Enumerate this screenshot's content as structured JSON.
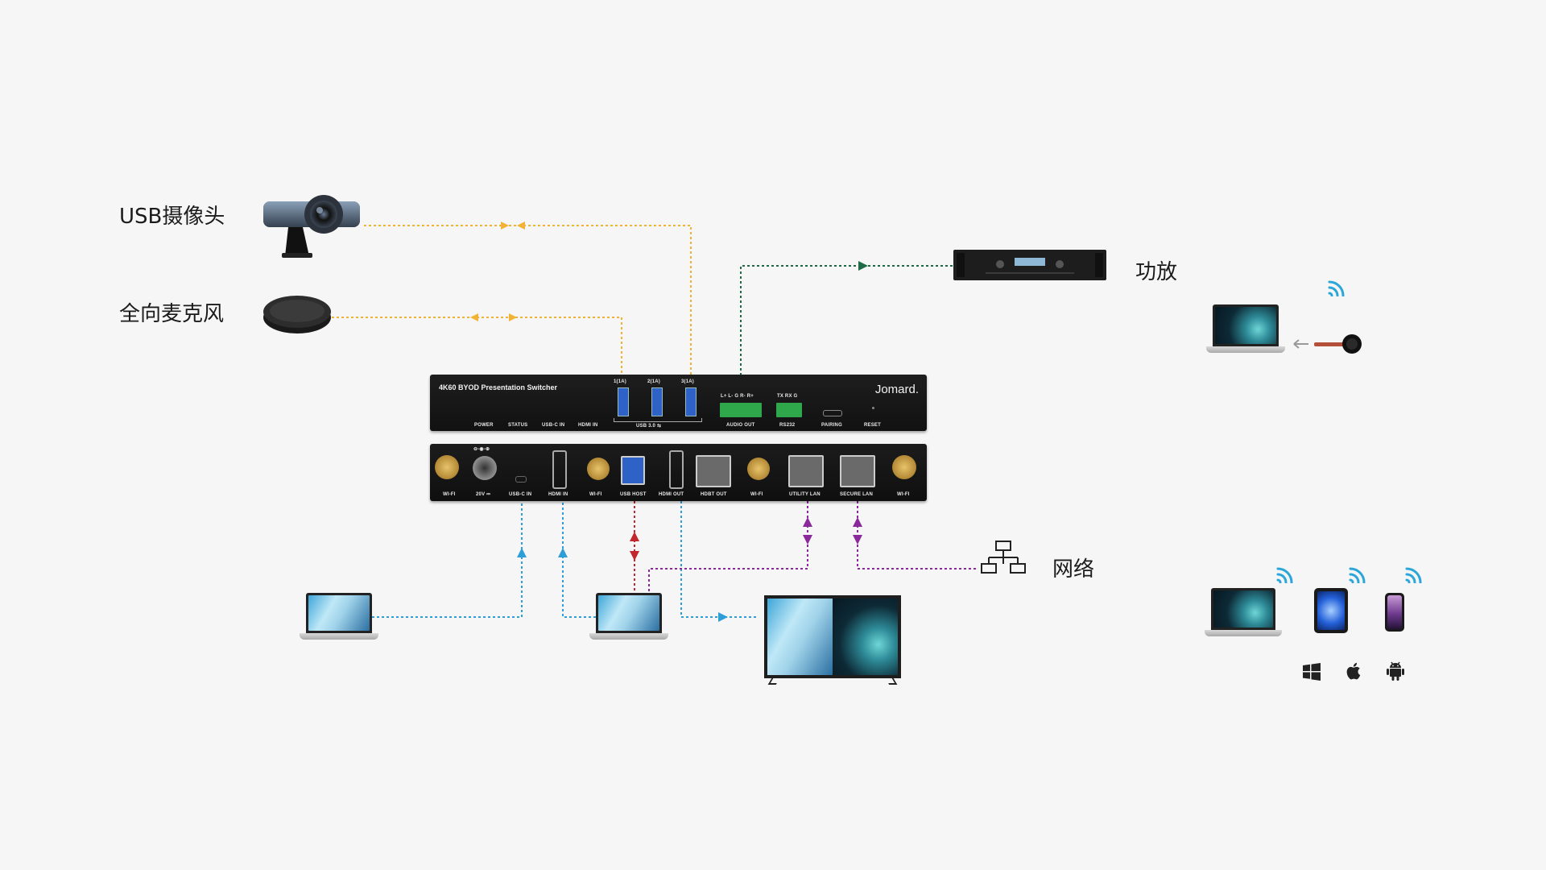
{
  "labels": {
    "usb_camera": "USB摄像头",
    "mic": "全向麦克风",
    "amplifier": "功放",
    "network": "网络"
  },
  "front_panel": {
    "title": "4K60 BYOD Presentation Switcher",
    "brand": "Jomard.",
    "usb_port_labels": [
      "1(1A)",
      "2(1A)",
      "3(1A)"
    ],
    "usb_group_label": "USB 3.0 ⇆",
    "audio_pins": "L+ L-  G  R- R+",
    "audio_label": "AUDIO OUT",
    "rs232_pins": "TX RX G",
    "rs232_label": "RS232",
    "bottom_labels": [
      "POWER",
      "STATUS",
      "USB-C IN",
      "HDMI IN"
    ],
    "pairing_label": "PAIRING",
    "reset_label": "RESET"
  },
  "rear_panel": {
    "port_labels": [
      "WI-FI",
      "20V ⎓",
      "USB-C IN",
      "HDMI IN",
      "WI-FI",
      "USB HOST",
      "HDMI OUT",
      "HDBT OUT",
      "WI-FI",
      "UTILITY LAN",
      "SECURE LAN",
      "WI-FI"
    ],
    "power_symbol": "⊖-◉-⊕"
  },
  "colors": {
    "usb_audio": "#f2b233",
    "audio_out": "#1f6b45",
    "video": "#2d9fd6",
    "usb_host": "#c2262e",
    "network": "#8a2a9a",
    "wifi": "#2aa6d8"
  },
  "os_icons": [
    "windows-icon",
    "apple-icon",
    "android-icon"
  ]
}
